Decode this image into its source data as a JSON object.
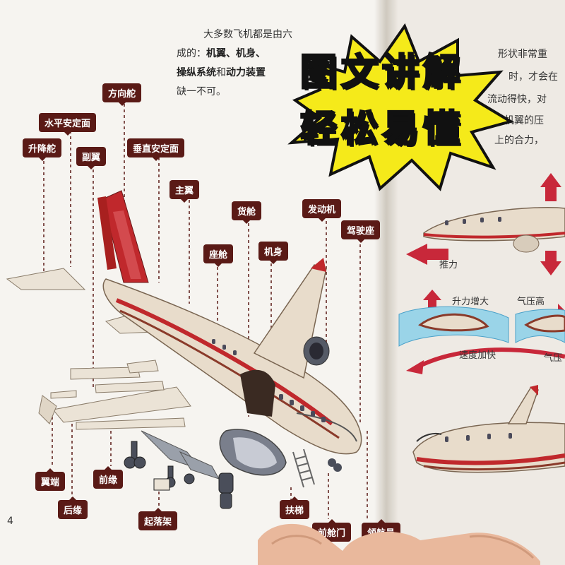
{
  "page_number": "4",
  "intro": {
    "line1": "大多数飞机都是由六",
    "line2_prefix": "成的：",
    "line2_bold": "机翼、机身、",
    "line3_bold1": "操纵系统",
    "line3_mid": "和",
    "line3_bold2": "动力装置",
    "line4": "缺一不可。"
  },
  "badge": {
    "line1": "图文讲解",
    "line2": "轻松易懂"
  },
  "right_text": {
    "t1": "形状非常重",
    "t2": "时，才会在",
    "t3": "流动得快，对",
    "t4": "对机翼的压",
    "t5": "上的合力，"
  },
  "right_labels": {
    "thrust": "推力",
    "lift_up": "升力增大",
    "pressure_high": "气压高",
    "speed_up": "速度加快",
    "pressure_partial": "气压"
  },
  "part_labels": {
    "rudder": "方向舵",
    "horizontal_stabilizer": "水平安定面",
    "elevator": "升降舵",
    "aileron": "副翼",
    "vertical_stabilizer": "垂直安定面",
    "main_wing": "主翼",
    "cargo_hold": "货舱",
    "engine": "发动机",
    "cockpit": "驾驶座",
    "cabin": "座舱",
    "fuselage": "机身",
    "wingtip": "翼端",
    "leading_edge": "前缘",
    "trailing_edge": "后缘",
    "landing_gear": "起落架",
    "ladder": "扶梯",
    "front_door": "前舱门",
    "navigator_partial": "领航员"
  },
  "colors": {
    "tag_bg": "#5a1a16",
    "badge_fill": "#f5ea1a",
    "plane_red": "#c0282c",
    "plane_cream": "#e8dccb",
    "arrow_red": "#c8283a"
  }
}
